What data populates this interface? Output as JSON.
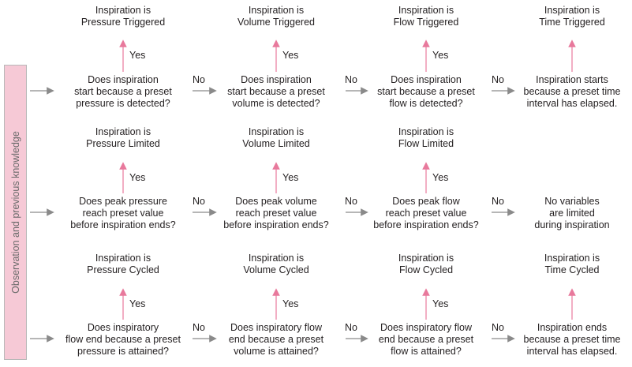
{
  "sidebar": {
    "label": "Observation and previous knowledge"
  },
  "colors": {
    "up_arrow": "#e8799c",
    "right_arrow": "#8a8a8a",
    "sidebar_fill": "#f6c9d6"
  },
  "rows": [
    {
      "outcomes": [
        "Inspiration is\nPressure Triggered",
        "Inspiration is\nVolume Triggered",
        "Inspiration is\nFlow Triggered",
        "Inspiration is\nTime Triggered"
      ],
      "questions": [
        "Does inspiration\nstart because a preset\npressure is detected?",
        "Does inspiration\nstart because a preset\nvolume is detected?",
        "Does inspiration\nstart because a preset\nflow is detected?",
        "Inspiration starts\nbecause a preset time\ninterval has elapsed."
      ],
      "yes": [
        "Yes",
        "Yes",
        "Yes"
      ],
      "no": [
        "No",
        "No",
        "No"
      ]
    },
    {
      "outcomes": [
        "Inspiration is\nPressure Limited",
        "Inspiration is\nVolume Limited",
        "Inspiration is\nFlow Limited",
        ""
      ],
      "questions": [
        "Does peak pressure\nreach preset value\nbefore inspiration ends?",
        "Does peak volume\nreach preset value\nbefore inspiration ends?",
        "Does peak flow\nreach preset value\nbefore inspiration ends?",
        "No variables\nare limited\nduring inspiration"
      ],
      "yes": [
        "Yes",
        "Yes",
        "Yes"
      ],
      "no": [
        "No",
        "No",
        "No"
      ]
    },
    {
      "outcomes": [
        "Inspiration is\nPressure Cycled",
        "Inspiration is\nVolume Cycled",
        "Inspiration is\nFlow Cycled",
        "Inspiration is\nTime Cycled"
      ],
      "questions": [
        "Does inspiratory\nflow end because a preset\npressure is attained?",
        "Does inspiratory flow\nend because a preset\nvolume is attained?",
        "Does inspiratory flow\nend because a preset\nflow is attained?",
        "Inspiration ends\nbecause a preset time\ninterval has elapsed."
      ],
      "yes": [
        "Yes",
        "Yes",
        "Yes"
      ],
      "no": [
        "No",
        "No",
        "No"
      ]
    }
  ]
}
